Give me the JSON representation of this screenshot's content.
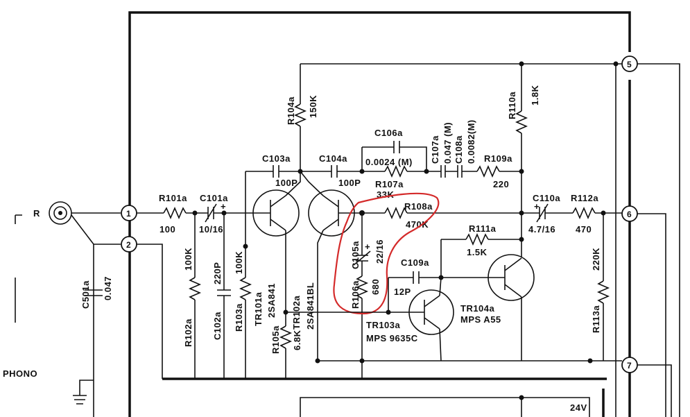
{
  "connector_label": "R",
  "phono_label": "PHONO",
  "nodes": [
    "1",
    "2",
    "5",
    "6",
    "7"
  ],
  "supply_label": "24V",
  "components": {
    "r101": {
      "ref": "R101a",
      "value": "100"
    },
    "c101": {
      "ref": "C101a",
      "value": "10/16"
    },
    "c501": {
      "ref": "C501a",
      "value": "0.047"
    },
    "r102": {
      "ref": "R102a",
      "value": "100K"
    },
    "c102": {
      "ref": "C102a",
      "value": "220P"
    },
    "r103": {
      "ref": "R103a",
      "value": "100K"
    },
    "c103": {
      "ref": "C103a",
      "value": "100P"
    },
    "c104": {
      "ref": "C104a",
      "value": "100P"
    },
    "r104": {
      "ref": "R104a",
      "value": "150K"
    },
    "r105": {
      "ref": "R105a",
      "value": "6.8K"
    },
    "c105": {
      "ref": "C105a",
      "value": "22/16"
    },
    "r106": {
      "ref": "R106a",
      "value": "680"
    },
    "c106": {
      "ref": "C106a",
      "value": "0.0024 (M)"
    },
    "r107": {
      "ref": "R107a",
      "value": "33K"
    },
    "c107": {
      "ref": "C107a",
      "value": "0.047 (M)"
    },
    "c108": {
      "ref": "C108a",
      "value": "0.0082(M)"
    },
    "r108": {
      "ref": "R108a",
      "value": "470K"
    },
    "r109": {
      "ref": "R109a",
      "value": "220"
    },
    "r110": {
      "ref": "R110a",
      "value": "1.8K"
    },
    "r111": {
      "ref": "R111a",
      "value": "1.5K"
    },
    "c109": {
      "ref": "C109a",
      "value": "12P"
    },
    "c110": {
      "ref": "C110a",
      "value": "4.7/16"
    },
    "r112": {
      "ref": "R112a",
      "value": "470"
    },
    "r113": {
      "ref": "R113a",
      "value": "220K"
    },
    "tr101": {
      "ref": "TR101a",
      "part": "2SA841"
    },
    "tr102": {
      "ref": "TR102a",
      "part": "2SA841BL"
    },
    "tr103": {
      "ref": "TR103a",
      "part": "MPS 9635C"
    },
    "tr104": {
      "ref": "TR104a",
      "part": "MPS A55"
    }
  },
  "highlight_color": "#d42a2a"
}
